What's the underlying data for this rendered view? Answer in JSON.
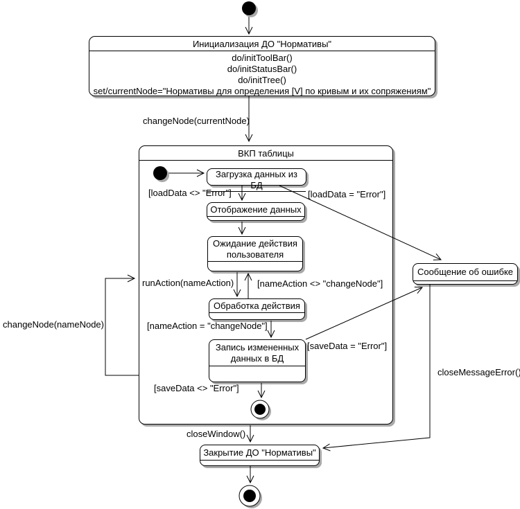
{
  "diagram": {
    "type": "uml-statechart",
    "states": {
      "init": {
        "name": "Инициализация ДО \"Нормативы\"",
        "actions": [
          "do/initToolBar()",
          "do/initStatusBar()",
          "do/initTree()",
          "set/currentNode=\"Нормативы для определения [V] по кривым и их сопряжениям\""
        ]
      },
      "composite": {
        "name": "ВКП таблицы"
      },
      "load": {
        "name": "Загрузка данных из БД"
      },
      "display": {
        "name": "Отображение данных"
      },
      "wait": {
        "name": "Ожидание действия пользователя"
      },
      "process": {
        "name": "Обработка действия"
      },
      "save": {
        "name": "Запись измененных данных в БД"
      },
      "error": {
        "name": "Сообщение об ошибке"
      },
      "close": {
        "name": "Закрытие ДО \"Нормативы\""
      }
    },
    "transitions": {
      "change_node_current": "changeNode(currentNode)",
      "load_ok": "[loadData <> \"Error\"]",
      "load_err": "[loadData = \"Error\"]",
      "run_action": "runAction(nameAction)",
      "name_action_neq": "[nameAction <> \"changeNode\"]",
      "name_action_eq": "[nameAction = \"changeNode\"]",
      "save_err": "[saveData = \"Error\"]",
      "save_ok": "[saveData <> \"Error\"]",
      "change_node_name": "changeNode(nameNode)",
      "close_window": "closeWindow()",
      "close_message_error": "closeMessageError()"
    },
    "colors": {
      "line": "#000000",
      "shadow": "#a9a9a9",
      "fill": "#ffffff"
    }
  }
}
